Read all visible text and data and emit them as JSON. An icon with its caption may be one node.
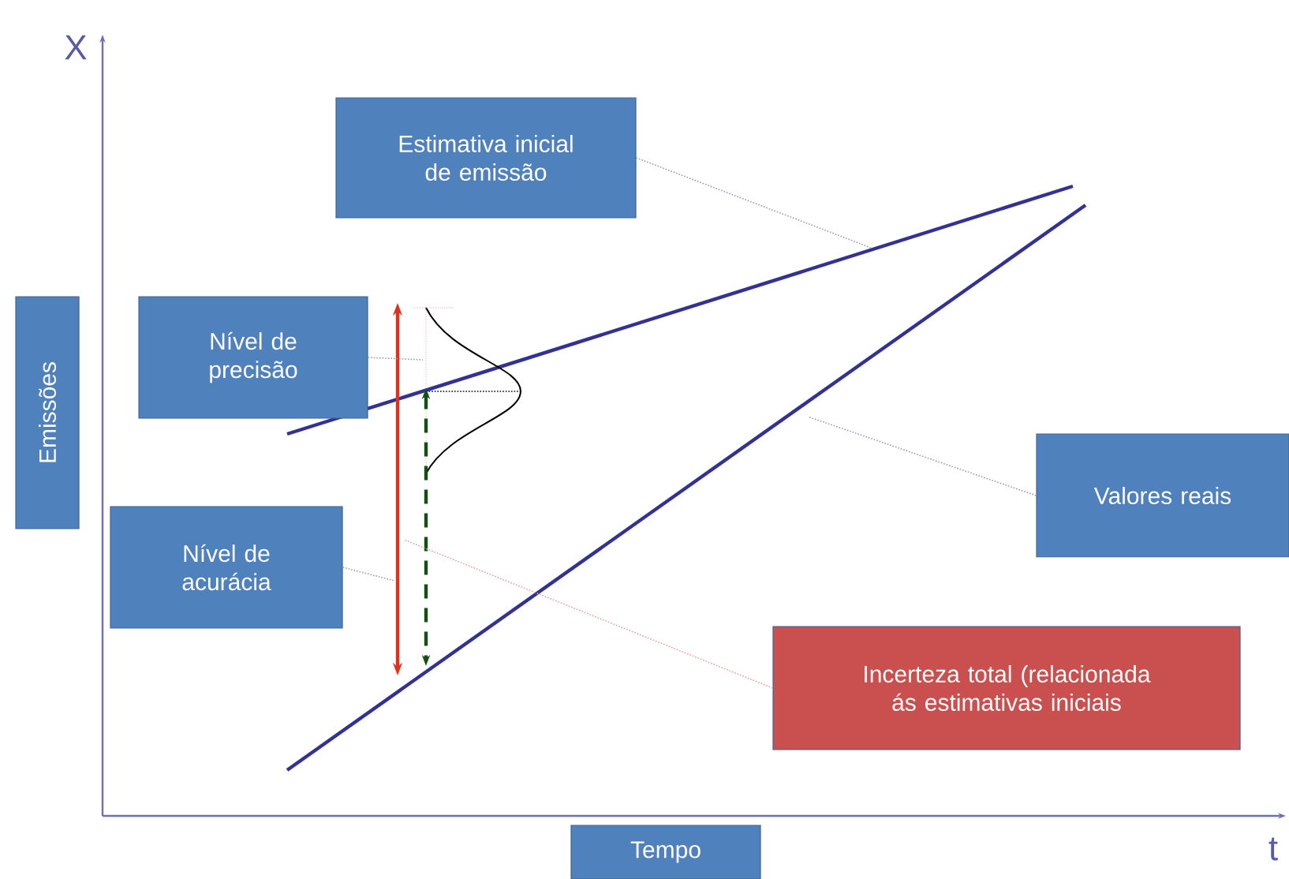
{
  "diagram": {
    "nodes": [
      {
        "text": [
          "Emissões"
        ]
      },
      {
        "text": [
          "Estimativa inicial de emissão"
        ]
      },
      {
        "text": [
          "Nível de precisão"
        ]
      },
      {
        "text": [
          "Nível de acurácia"
        ]
      },
      {
        "text": [
          "Valores reais"
        ]
      },
      {
        "text": [
          "Incerteza total (relacionada ás estimativas iniciais"
        ]
      },
      {
        "text": [
          "Tempo"
        ]
      }
    ],
    "edges": [
      {
        "from": 1,
        "to": null,
        "arrow": "none",
        "style": "dashed"
      },
      {
        "from": 2,
        "to": null,
        "arrow": "none",
        "style": "dashed"
      },
      {
        "from": 3,
        "to": null,
        "arrow": "none",
        "style": "dashed"
      },
      {
        "from": 4,
        "to": null,
        "arrow": "none",
        "style": "dashed"
      },
      {
        "from": 5,
        "to": null,
        "arrow": "none",
        "style": "dashed",
        "color": "#e8a0a0"
      }
    ],
    "labels": [
      "X",
      "t"
    ]
  }
}
